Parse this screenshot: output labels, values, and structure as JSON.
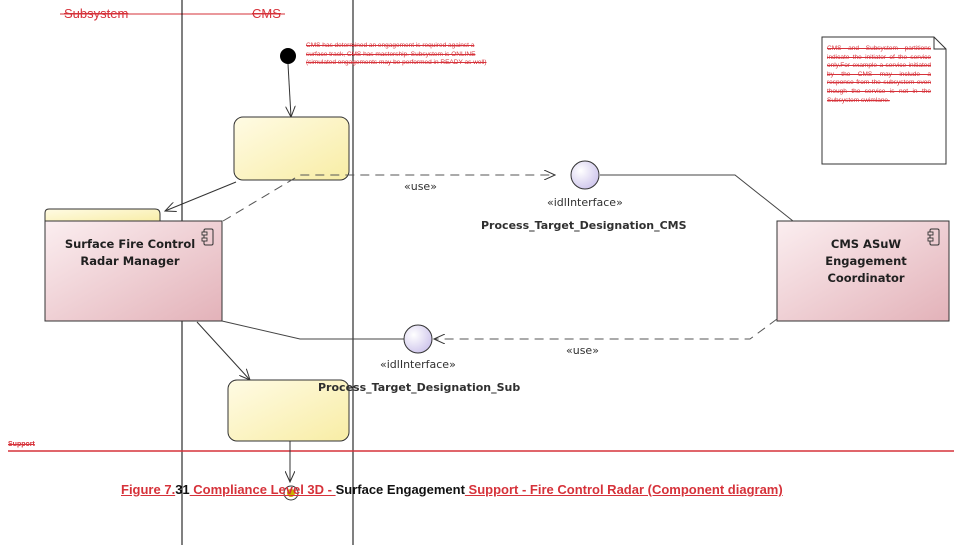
{
  "lanes": {
    "subsystem": "Subsystem",
    "cms": "CMS",
    "support": "Support"
  },
  "initial_note": "CMS has determined an engagement is required against a surface track, CMS has mastership. Subsystem is ONLINE (simulated engagements may be performed in READY as well)",
  "side_note": "CMS and Subsystem partitions indicate the initiator of the service only.For example a service initiated by the CMS may include a response from the subsystem even though the service is not in the Subsystem swimlane.",
  "components": {
    "radar_manager": "Surface Fire Control Radar Manager",
    "asuw_coordinator": "CMS ASuW Engagement Coordinator"
  },
  "interfaces": {
    "cms": {
      "stereotype": "«idlInterface»",
      "name": "Process_Target_Designation_CMS"
    },
    "sub": {
      "stereotype": "«idlInterface»",
      "name": "Process_Target_Designation_Sub"
    }
  },
  "use_labels": {
    "top": "«use»",
    "bottom": "«use»"
  },
  "caption": {
    "prefix": "Figure 7.",
    "number": "31",
    "level": " Compliance Level 3D - ",
    "kept": "Surface Engagement",
    "suffix": " Support - Fire Control Radar (Component diagram)"
  },
  "colors": {
    "markup_red": "#d6323a",
    "activity_fill": "#fdf6c8",
    "component_fill": "#f3d4d8",
    "interface_fill": "#e4dff5"
  }
}
